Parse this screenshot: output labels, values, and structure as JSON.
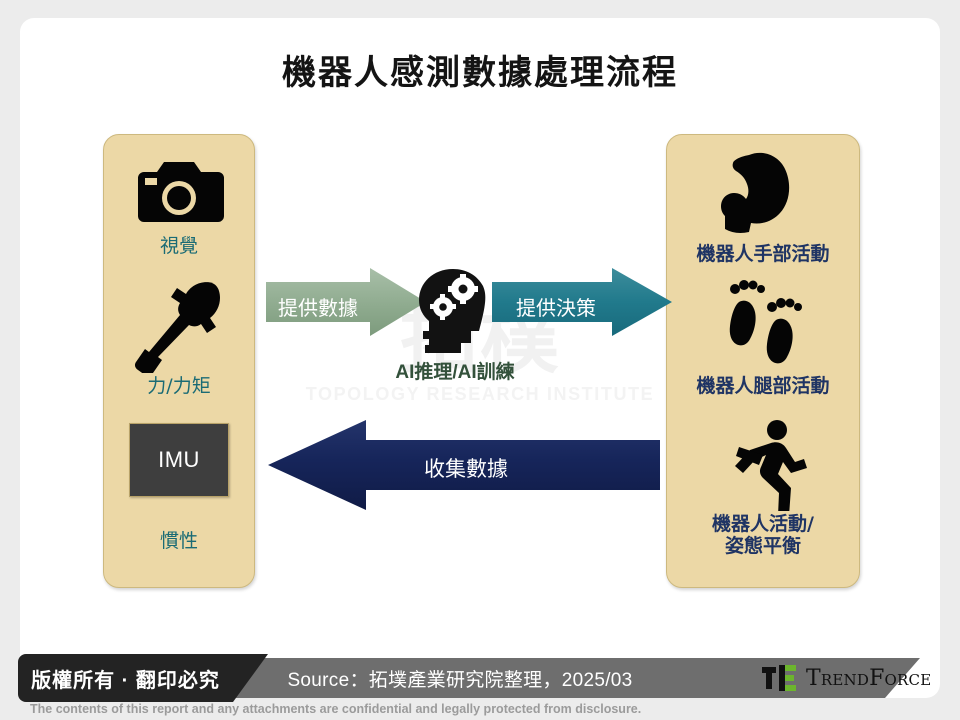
{
  "page": {
    "title": "機器人感測數據處理流程",
    "watermark_cn": "拓樸",
    "watermark_en": "TOPOLOGY RESEARCH INSTITUTE"
  },
  "colors": {
    "panel_bg": "#ecd8a6",
    "panel_border": "#cdb97f",
    "left_label": "#1a6b75",
    "right_label": "#1f3464",
    "arrow_green": "#8fab8f",
    "arrow_teal": "#217a8c",
    "arrow_navy": "#1b2a5e",
    "imu_box": "#3e3e3e",
    "footer_gray": "#6e6e6e",
    "footer_black": "#232323",
    "brand_green": "#6cb52d"
  },
  "sensors": {
    "panel_name": "sensor-inputs",
    "items": [
      {
        "icon": "camera-icon",
        "label": "視覺"
      },
      {
        "icon": "wrench-icon",
        "label": "力/力矩"
      },
      {
        "icon": "imu-box",
        "label": "慣性",
        "box_text": "IMU"
      }
    ]
  },
  "actuators": {
    "panel_name": "robot-outputs",
    "items": [
      {
        "icon": "muscle-arm-icon",
        "label": "機器人手部活動"
      },
      {
        "icon": "footprints-icon",
        "label": "機器人腿部活動"
      },
      {
        "icon": "running-man-icon",
        "label_line1": "機器人活動/",
        "label_line2": "姿態平衡"
      }
    ]
  },
  "flow": {
    "arrow_provide_data": "提供數據",
    "arrow_provide_decision": "提供決策",
    "arrow_collect_data": "收集數據",
    "ai_caption": "AI推理/AI訓練",
    "ai_icon": "ai-brain-head-icon"
  },
  "footer": {
    "copyright": "版權所有 · 翻印必究",
    "source": "Source：拓墣產業研究院整理，2025/03",
    "brand": "TrendForce",
    "disclaimer": "The contents of this report and any attachments are confidential and legally protected from disclosure."
  }
}
